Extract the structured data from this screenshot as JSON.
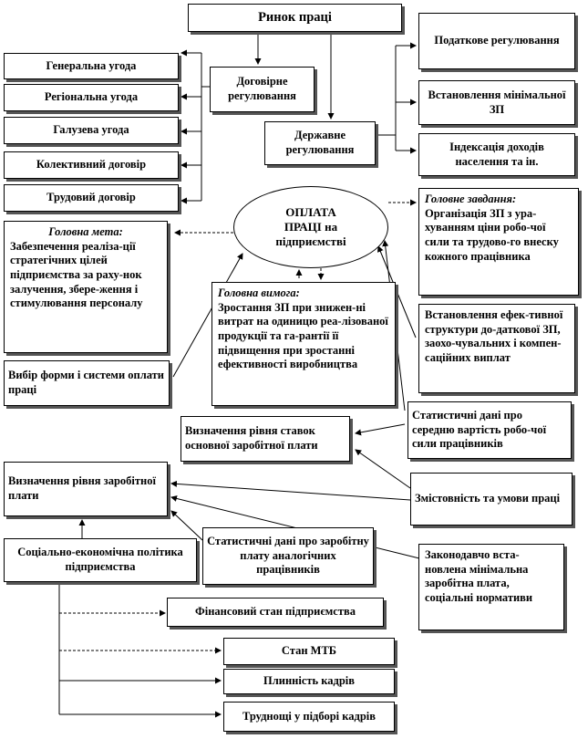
{
  "market": "Ринок праці",
  "contract_reg": "Договірне регулювання",
  "state_reg": "Державне регулювання",
  "agreements": [
    "Генеральна угода",
    "Регіональна угода",
    "Галузева угода",
    "Колективний договір",
    "Трудовий договір"
  ],
  "state_items": [
    "Податкове регулювання",
    "Встановлення мінімальної ЗП",
    "Індексація доходів населення та ін."
  ],
  "center": "ОПЛАТА\nПРАЦІ на\nпідприємстві",
  "goal": {
    "head": "Головна мета:",
    "text": "Забезпечення реаліза-ції стратегічних цілей підприємства за раху-нок залучення, збере-ження і стимулювання персоналу"
  },
  "task": {
    "head": "Головне завдання:",
    "text": "Організація ЗП з ура-хуванням ціни робо-чої сили та трудово-го внеску кожного працівника"
  },
  "requirement": {
    "head": "Головна вимога:",
    "text": "Зростання ЗП при знижен-ні витрат на одиницю реа-лізованої продукції та га-рантії її підвищення при зростанні ефективності виробництва"
  },
  "structure": "Встановлення ефек-тивної структури до-даткової ЗП, заохо-чувальних і компен-саційних виплат",
  "choice": "Вибір форми і системи оплати праці",
  "stat_cost": "Статистичні дані про середню вартість робо-чої сили працівників",
  "rate_level": "Визначення рівня ставок основної заробітної плати",
  "content": "Змістовність та умови праці",
  "wage_level": "Визначення рівня заробітної плати",
  "stat_wage": "Статистичні дані про заробітну плату аналогічних працівників",
  "min_wage": "Законодавчо вста-новлена мінімальна заробітна плата, соціальні нормативи",
  "policy": "Соціально-економічна політика підприємства",
  "fin_state": "Фінансовий стан підприємства",
  "mtb": "Стан МТБ",
  "staff": "Плинність кадрів",
  "hiring": "Труднощі у підборі кадрів"
}
